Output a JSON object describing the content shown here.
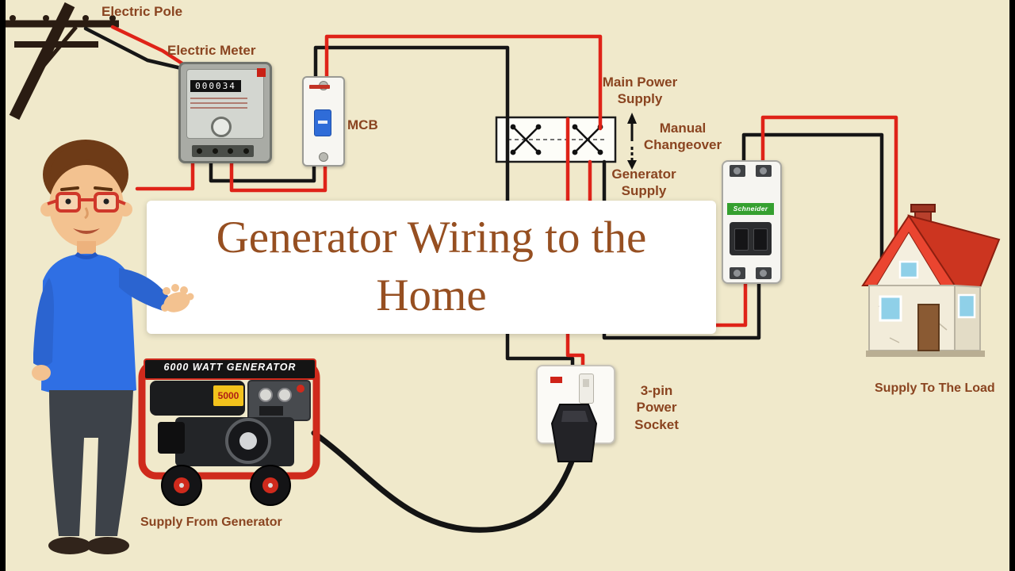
{
  "colors": {
    "background": "#f0e9cb",
    "wire_red": "#df2318",
    "wire_black": "#161616",
    "label_brown": "#8a4420",
    "title_brown": "#964f21",
    "brand_green": "#35a02f"
  },
  "title": {
    "line1": "Generator Wiring to the",
    "line2": "Home"
  },
  "labels": {
    "electric_pole": "Electric Pole",
    "electric_meter": "Electric Meter",
    "mcb": "MCB",
    "main_power_line1": "Main Power",
    "main_power_line2": "Supply",
    "manual_changeover_line1": "Manual",
    "manual_changeover_line2": "Changeover",
    "generator_supply_line1": "Generator",
    "generator_supply_line2": "Supply",
    "power_socket_line1": "3-pin",
    "power_socket_line2": "Power Socket",
    "supply_to_load": "Supply To The Load",
    "supply_from_generator": "Supply From Generator"
  },
  "generator": {
    "banner": "6000 WATT GENERATOR",
    "decal": "5000"
  },
  "meter": {
    "display": "000034"
  },
  "breaker": {
    "brand": "Schneider"
  }
}
